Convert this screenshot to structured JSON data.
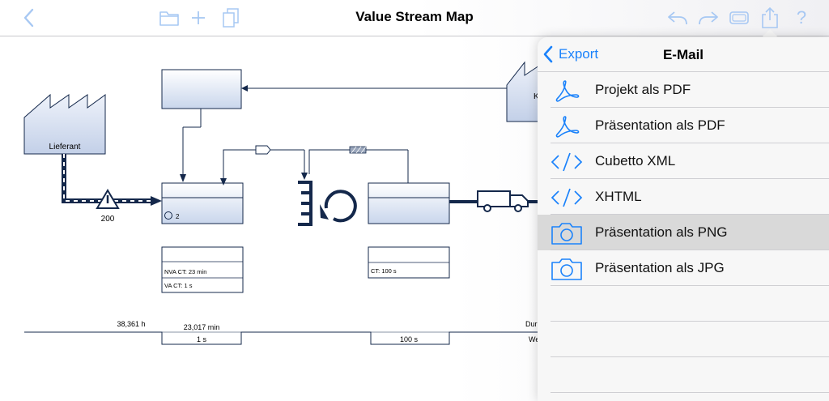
{
  "window": {
    "title": "Value Stream Map"
  },
  "toolbar": {
    "left": [
      "back-icon",
      "folder-icon",
      "add-icon",
      "duplicate-icon"
    ],
    "right": [
      "undo-icon",
      "redo-icon",
      "view-toggle-icon",
      "share-icon",
      "help-icon"
    ],
    "help_label": "?"
  },
  "diagram": {
    "supplier_label": "Lieferant",
    "customer_label_partial": "K",
    "inventory_qty": "200",
    "process1_badge": "2",
    "databox1": {
      "line1": "NVA CT: 23 min",
      "line2": "VA CT: 1 s"
    },
    "databox2": {
      "line1": "CT: 100 s"
    },
    "timeline": {
      "lead_time": "38,361 h",
      "nva_time": "23,017 min",
      "step1_ct": "1 s",
      "step2_ct": "100 s",
      "right_top_partial": "Dur",
      "right_bottom_partial": "We"
    }
  },
  "popover": {
    "back_label": "Export",
    "title": "E-Mail",
    "items": [
      {
        "label": "Projekt als PDF",
        "icon": "pdf-icon",
        "selected": false
      },
      {
        "label": "Präsentation als PDF",
        "icon": "pdf-icon",
        "selected": false
      },
      {
        "label": "Cubetto XML",
        "icon": "code-icon",
        "selected": false
      },
      {
        "label": "XHTML",
        "icon": "code-icon",
        "selected": false
      },
      {
        "label": "Präsentation als PNG",
        "icon": "camera-icon",
        "selected": true
      },
      {
        "label": "Präsentation als JPG",
        "icon": "camera-icon",
        "selected": false
      }
    ]
  },
  "colors": {
    "accent": "#1a82fb",
    "diagram_navy": "#14284b",
    "box_fill_top": "#ffffff",
    "box_fill_bottom": "#c9d6ec",
    "selected_row": "#d9d9d9"
  }
}
